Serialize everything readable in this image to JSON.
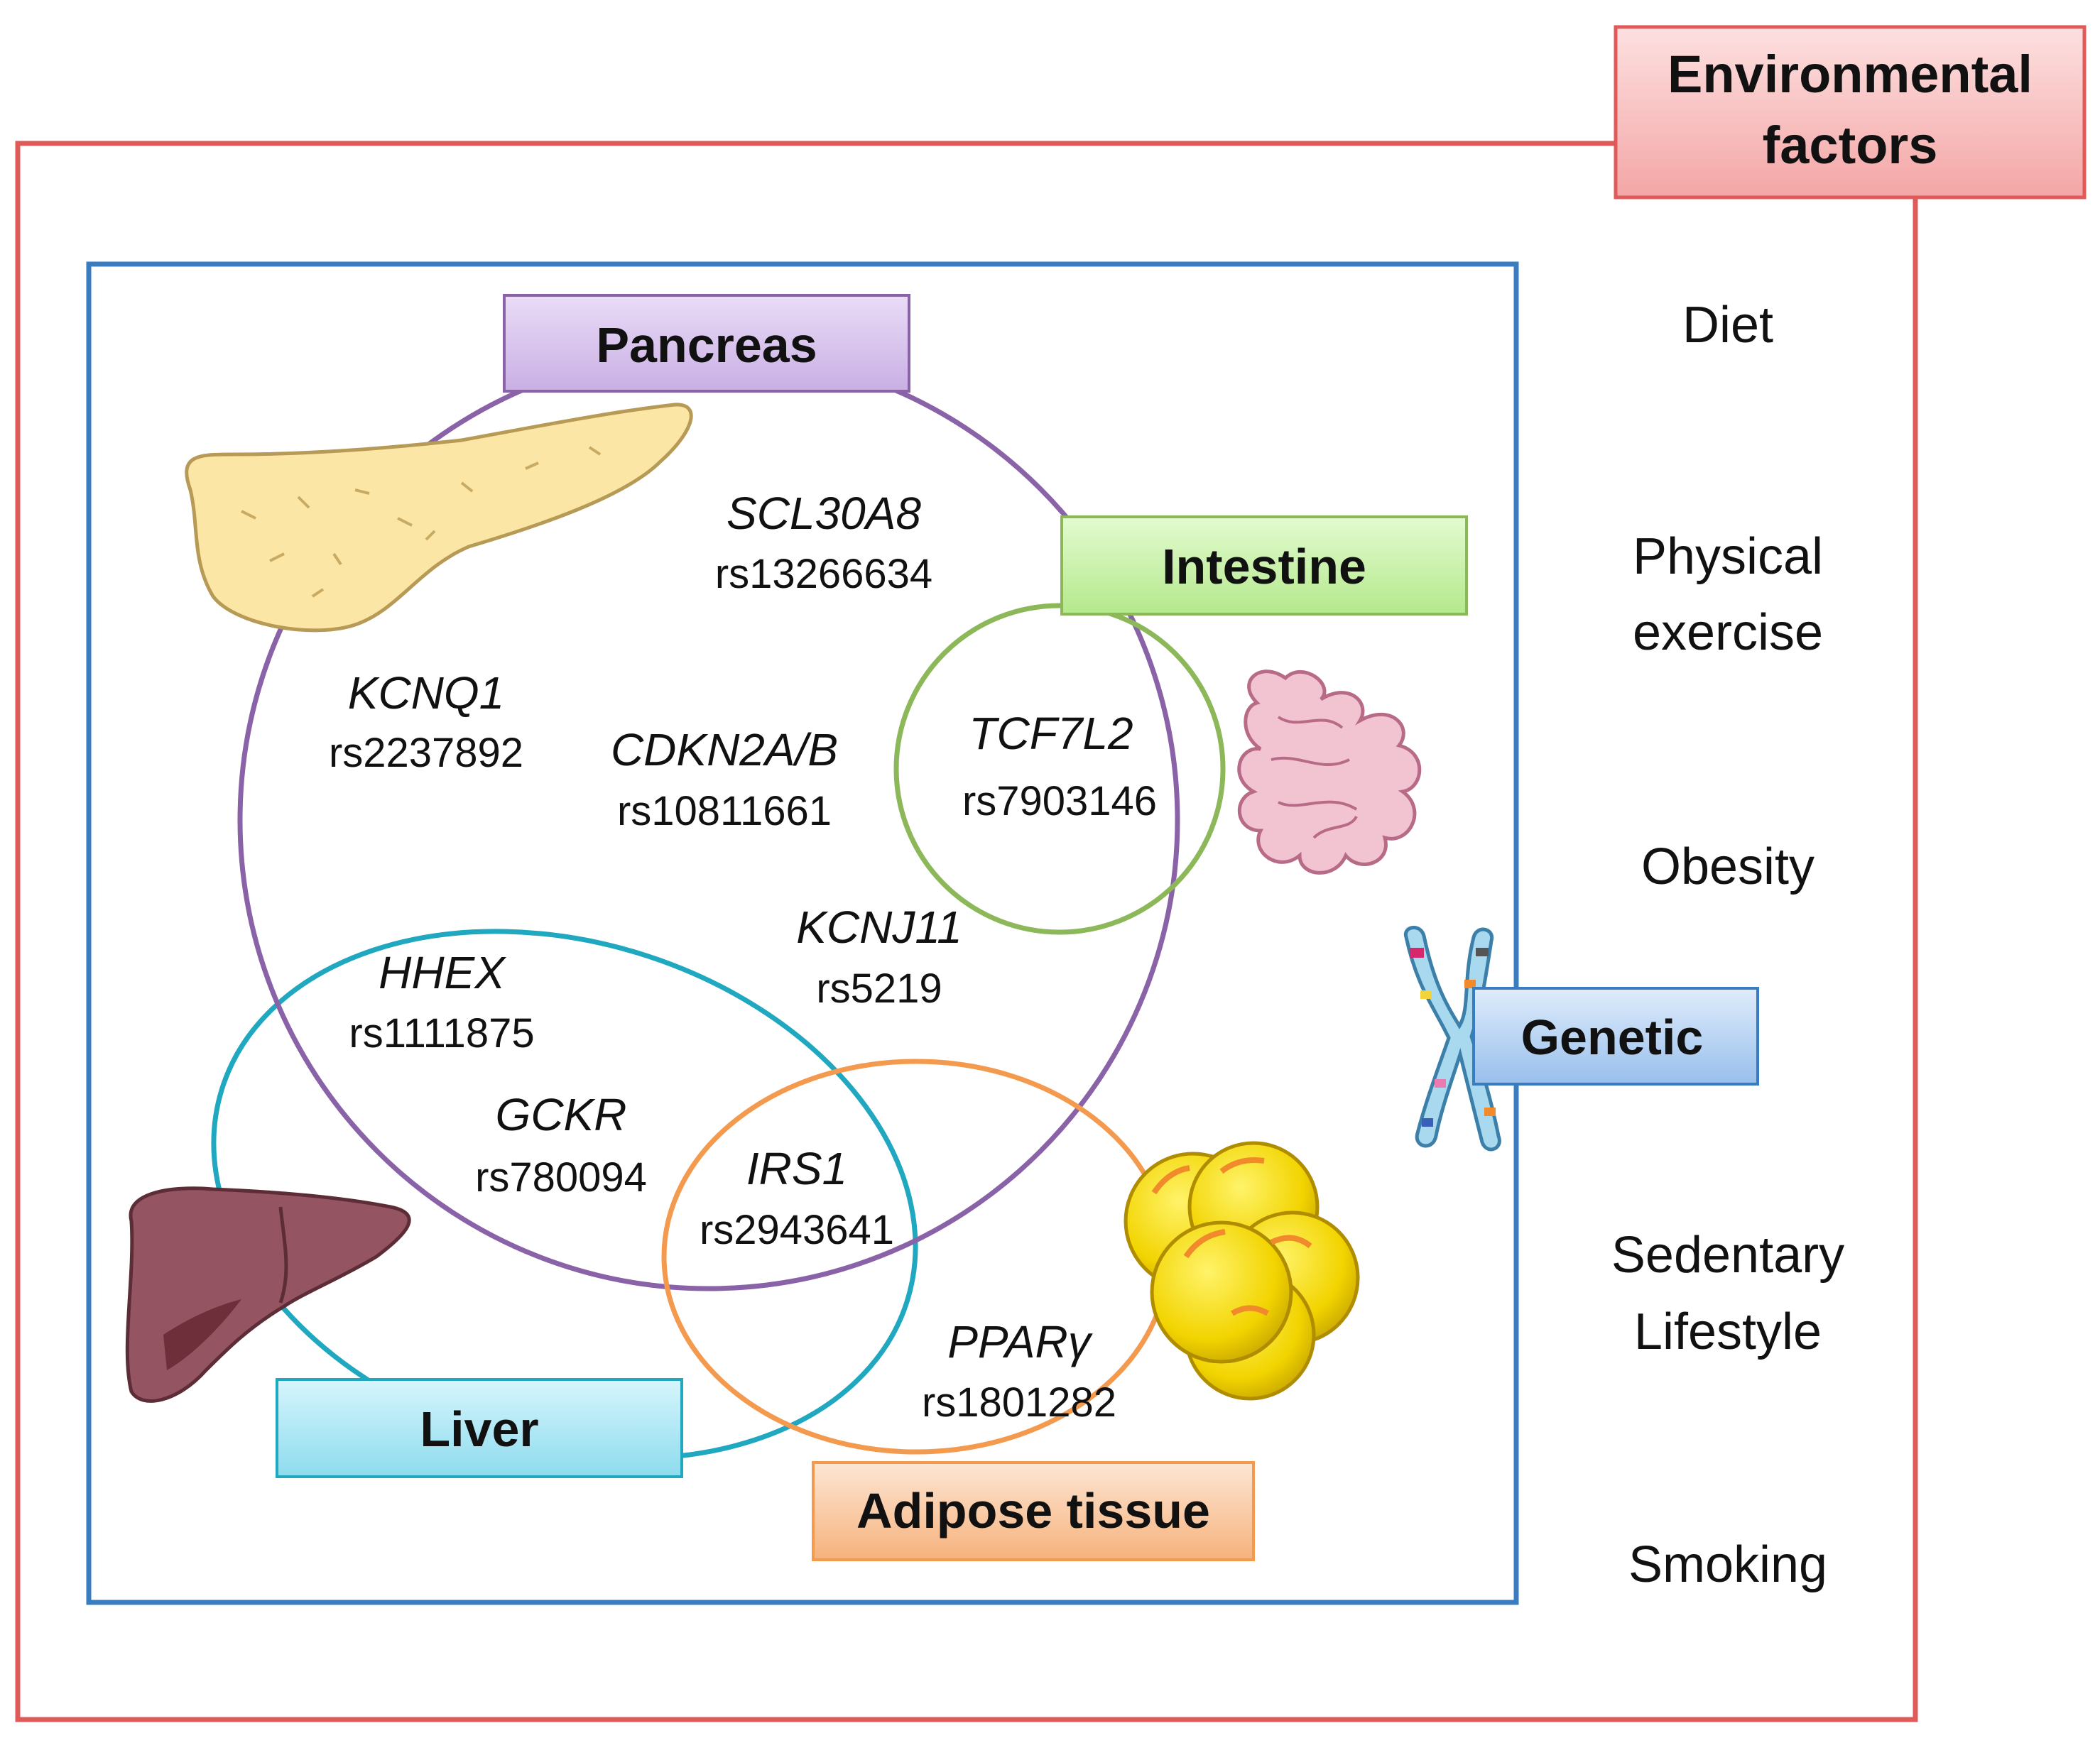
{
  "environment": {
    "title_line1": "Environmental",
    "title_line2": "factors",
    "factors": [
      {
        "line1": "Diet",
        "line2": ""
      },
      {
        "line1": "Physical",
        "line2": "exercise"
      },
      {
        "line1": "Obesity",
        "line2": ""
      },
      {
        "line1": "Sedentary",
        "line2": "Lifestyle"
      },
      {
        "line1": "Smoking",
        "line2": ""
      }
    ]
  },
  "genetic_label": "Genetic",
  "tissues": {
    "pancreas": "Pancreas",
    "intestine": "Intestine",
    "liver": "Liver",
    "adipose": "Adipose tissue"
  },
  "genes": [
    {
      "gene": "SCL30A8",
      "snp": "rs13266634"
    },
    {
      "gene": "KCNQ1",
      "snp": "rs2237892"
    },
    {
      "gene": "CDKN2A/B",
      "snp": "rs10811661"
    },
    {
      "gene": "TCF7L2",
      "snp": "rs7903146"
    },
    {
      "gene": "KCNJ11",
      "snp": "rs5219"
    },
    {
      "gene": "HHEX",
      "snp": "rs1111875"
    },
    {
      "gene": "GCKR",
      "snp": "rs780094"
    },
    {
      "gene": "IRS1",
      "snp": "rs2943641"
    },
    {
      "gene": "PPARγ",
      "snp": "rs1801282"
    }
  ],
  "colors": {
    "environment_border": "#e05a5a",
    "environment_fill": "#f7b4b4",
    "genetic_border": "#3a7cc0",
    "pancreas_circle": "#8a62a8",
    "pancreas_fill": "#d6c2ec",
    "intestine_circle": "#8cb85a",
    "intestine_fill": "#c8f0a8",
    "liver_circle": "#1fa8c0",
    "liver_fill": "#a8e6f4",
    "adipose_circle": "#f39a4f",
    "adipose_fill": "#f8c6a0",
    "genetic_fill": "#b6d3f2"
  }
}
